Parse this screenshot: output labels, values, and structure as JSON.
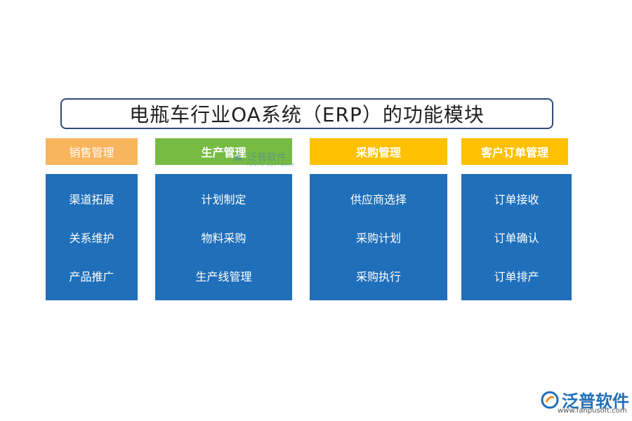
{
  "title": "电瓶车行业OA系统（ERP）的功能模块",
  "colors": {
    "title_border": "#2f4a7a",
    "body_blue": "#1f6fba",
    "header_orange": "#f9b55e",
    "header_green": "#77bb44",
    "header_gold": "#ffc000"
  },
  "columns": [
    {
      "header": "销售管理",
      "items": [
        "渠道拓展",
        "关系维护",
        "产品推广"
      ]
    },
    {
      "header": "生产管理",
      "items": [
        "计划制定",
        "物料采购",
        "生产线管理"
      ]
    },
    {
      "header": "采购管理",
      "items": [
        "供应商选择",
        "采购计划",
        "采购执行"
      ]
    },
    {
      "header": "客户订单管理",
      "items": [
        "订单接收",
        "订单确认",
        "订单排产"
      ]
    }
  ],
  "watermark": {
    "text": "泛普软件",
    "sub": "FANPU SOFTWARE"
  },
  "logo": {
    "text": "泛普软件",
    "url": "www.fanpusoft.com",
    "icon": "fanpu-logo-icon"
  }
}
